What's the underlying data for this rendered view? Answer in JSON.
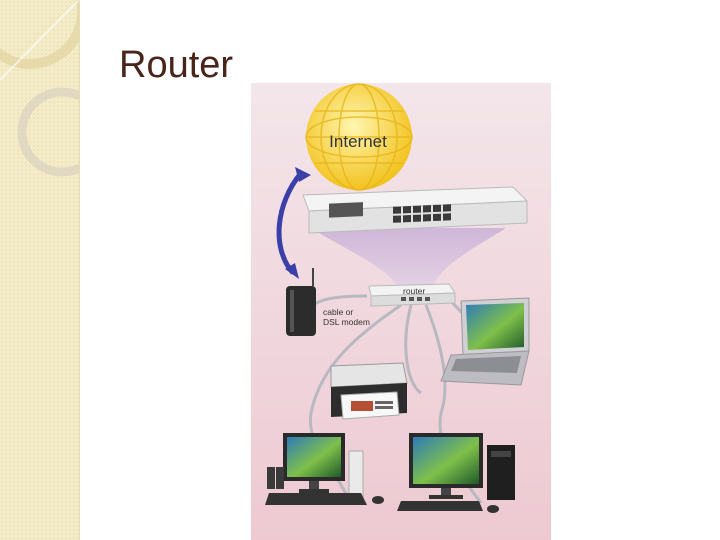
{
  "slide": {
    "title": "Router"
  },
  "diagram": {
    "internet_label": "Internet",
    "router_label": "router",
    "modem_label_line1": "cable or",
    "modem_label_line2": "DSL modem"
  },
  "colors": {
    "title": "#4a2418",
    "sidebar": "#f4ecc9",
    "globe": "#f6d34a",
    "arrow": "#3b3fa8"
  }
}
